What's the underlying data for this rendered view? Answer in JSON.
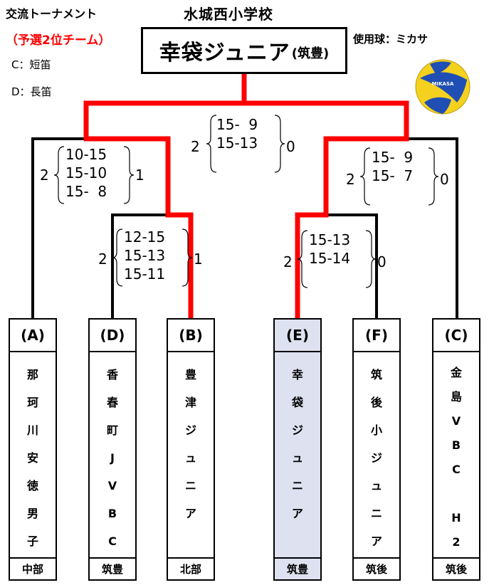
{
  "header": {
    "title": "交流トーナメント",
    "subtitle": "（予選2位チーム）",
    "legend_c": "C：短笛",
    "legend_d": "D：長笛",
    "venue": "水城西小学校",
    "ball_label": "使用球：ミカサ"
  },
  "champion": {
    "name": "幸袋ジュニア",
    "prefecture": "(筑豊)"
  },
  "colors": {
    "win_line": "#ff0000",
    "highlight": "#dde1f0",
    "ball_blue": "#1f4fb4",
    "ball_yellow": "#f4d11e"
  },
  "icons": {
    "ball": "volleyball-icon"
  },
  "matches": {
    "final": {
      "left_wins": "2",
      "right_wins": "0",
      "sets": [
        "15-  9",
        "15-13"
      ]
    },
    "left_semi": {
      "left_wins": "2",
      "right_wins": "1",
      "sets": [
        "10-15",
        "15-10",
        "15-  8"
      ]
    },
    "right_semi": {
      "left_wins": "2",
      "right_wins": "0",
      "sets": [
        "15-  9",
        "15-  7"
      ]
    },
    "left_qf": {
      "left_wins": "2",
      "right_wins": "1",
      "sets": [
        "12-15",
        "15-13",
        "15-11"
      ]
    },
    "right_qf": {
      "left_wins": "2",
      "right_wins": "0",
      "sets": [
        "15-13",
        "15-14"
      ]
    }
  },
  "teams": [
    {
      "code": "(A)",
      "name_chars": [
        "那",
        "珂",
        "川",
        "安",
        "徳",
        "男",
        "子"
      ],
      "region": "中部"
    },
    {
      "code": "(D)",
      "name_chars": [
        "香",
        "春",
        "町",
        "J",
        "V",
        "B",
        "C"
      ],
      "region": "筑豊"
    },
    {
      "code": "(B)",
      "name_chars": [
        "豊",
        "津",
        "ジ",
        "ュ",
        "ニ",
        "ア"
      ],
      "region": "北部"
    },
    {
      "code": "(E)",
      "name_chars": [
        "幸",
        "袋",
        "ジ",
        "ュ",
        "ニ",
        "ア"
      ],
      "region": "筑豊"
    },
    {
      "code": "(F)",
      "name_chars": [
        "筑",
        "後",
        "小",
        "ジ",
        "ュ",
        "ニ",
        "ア"
      ],
      "region": "筑後"
    },
    {
      "code": "(C)",
      "name_chars": [
        "金",
        "島",
        "V",
        "B",
        "C",
        "",
        "H",
        "2"
      ],
      "region": "筑後"
    }
  ]
}
